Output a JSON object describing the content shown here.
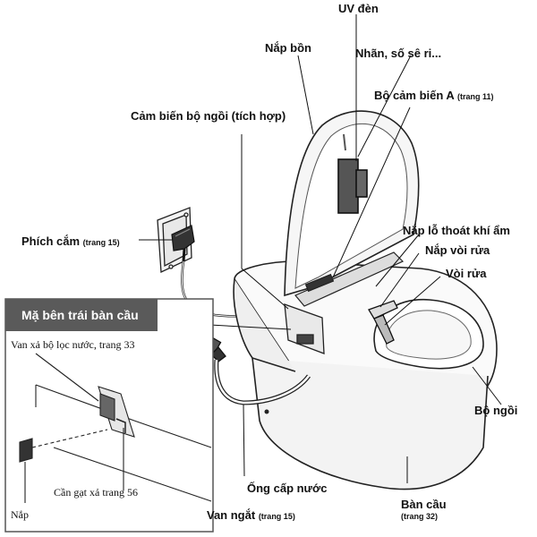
{
  "labels": {
    "uv_den": "UV đèn",
    "nap_bon": "Nắp bồn",
    "nhan_so_seri": "Nhãn, số sê ri...",
    "bo_cam_bien_a": "Bộ cảm biến A",
    "bo_cam_bien_a_page": "(trang 11)",
    "cam_bien_bo_ngoi": "Cảm biến bộ ngồi (tích hợp)",
    "phich_cam": "Phích cắm",
    "phich_cam_page": "(trang 15)",
    "nap_lo_thoat_khi_am": "Nắp lỗ thoát khí ẩm",
    "nap_voi_rua": "Nắp vòi rửa",
    "voi_rua": "Vòi rửa",
    "bo_ngoi": "Bộ ngồi",
    "ong_cap_nuoc": "Ống cấp nước",
    "ban_cau": "Bàn cầu",
    "ban_cau_page": "(trang 32)",
    "van_ngat": "Van ngắt",
    "van_ngat_page": "(trang 15)"
  },
  "inset": {
    "title": "Mặ bên trái bàn cầu",
    "van_xa": "Van xả bộ lọc nước, trang 33",
    "can_gat": "Cần gạt xả trang 56",
    "nap": "Nắp"
  }
}
